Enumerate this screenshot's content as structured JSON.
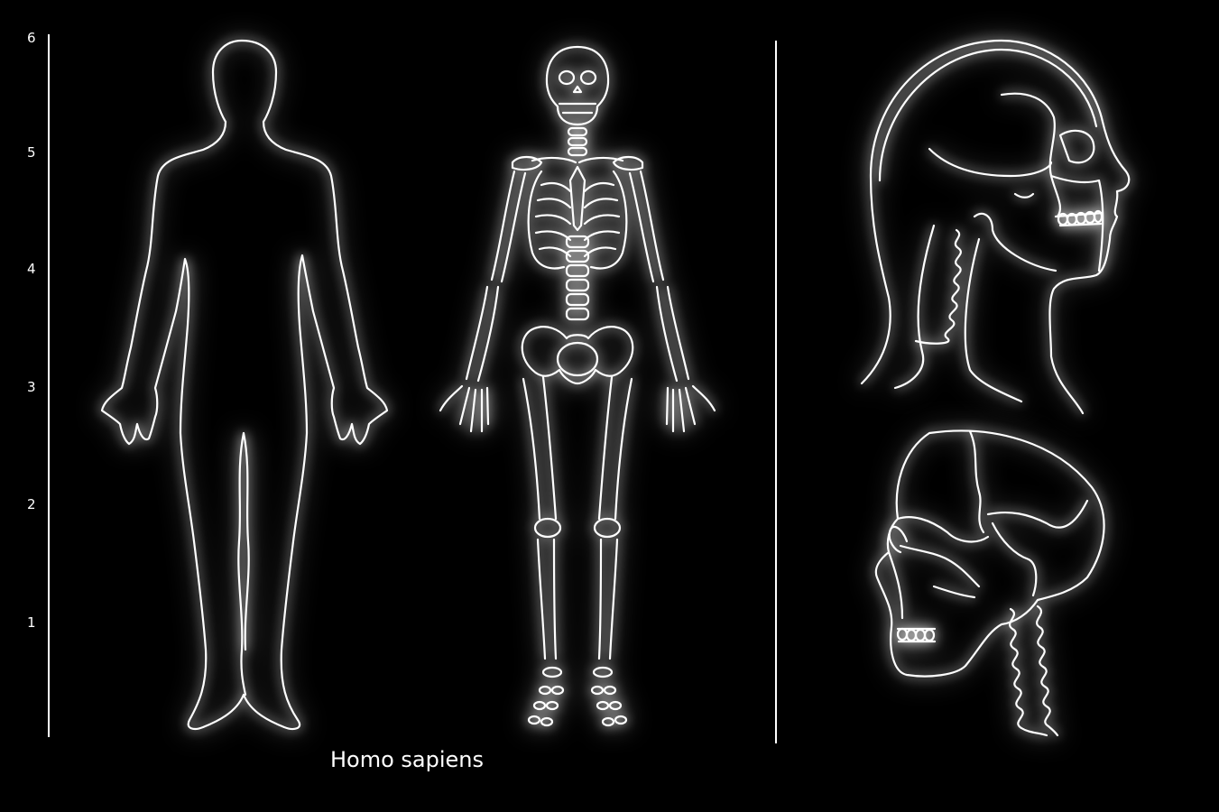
{
  "caption": "Homo sapiens",
  "scale": {
    "ticks": [
      "1",
      "2",
      "3",
      "4",
      "5",
      "6"
    ]
  },
  "figures": [
    {
      "id": "body-outline",
      "icon": "human-silhouette-icon"
    },
    {
      "id": "skeleton",
      "icon": "human-skeleton-icon"
    },
    {
      "id": "head-profile",
      "icon": "head-profile-icon"
    },
    {
      "id": "skull-profile",
      "icon": "skull-profile-icon"
    }
  ],
  "colors": {
    "background": "#000000",
    "line": "#ffffff"
  }
}
